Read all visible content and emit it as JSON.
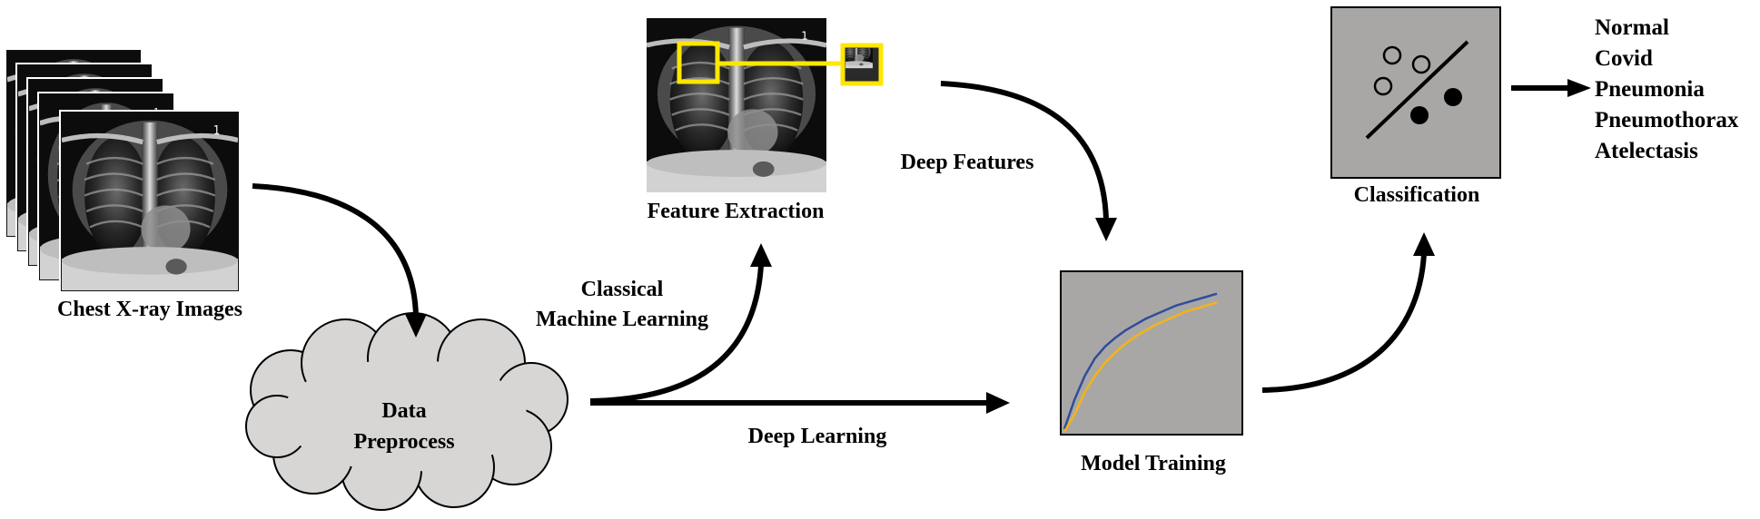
{
  "labels": {
    "chest_xray": "Chest X-ray Images",
    "data": "Data",
    "preprocess": "Preprocess",
    "classical_line1": "Classical",
    "classical_line2": "Machine Learning",
    "deep_learning": "Deep Learning",
    "feature_extraction": "Feature Extraction",
    "deep_features": "Deep Features",
    "model_training": "Model Training",
    "classification": "Classification"
  },
  "outcomes": [
    "Normal",
    "Covid",
    "Pneumonia",
    "Pneumothorax",
    "Atelectasis"
  ],
  "training_curves": [
    {
      "color": "#2f4d9a",
      "values": [
        0.02,
        0.22,
        0.38,
        0.5,
        0.58,
        0.64,
        0.69,
        0.73,
        0.77,
        0.8,
        0.83,
        0.86,
        0.88,
        0.9,
        0.92,
        0.94
      ]
    },
    {
      "color": "#f3b417",
      "values": [
        0.0,
        0.12,
        0.27,
        0.38,
        0.47,
        0.54,
        0.6,
        0.65,
        0.69,
        0.73,
        0.76,
        0.79,
        0.82,
        0.84,
        0.86,
        0.88
      ]
    }
  ],
  "colors": {
    "panel_bg": "#a9a7a6",
    "highlight": "#ffe600",
    "arrow": "#000000",
    "cloud": "#d7d6d5"
  },
  "icons": {
    "xray": "chest-xray-image",
    "cloud": "cloud-shape",
    "scatter": "scatter-classification-icon",
    "curve": "training-curve-icon"
  }
}
